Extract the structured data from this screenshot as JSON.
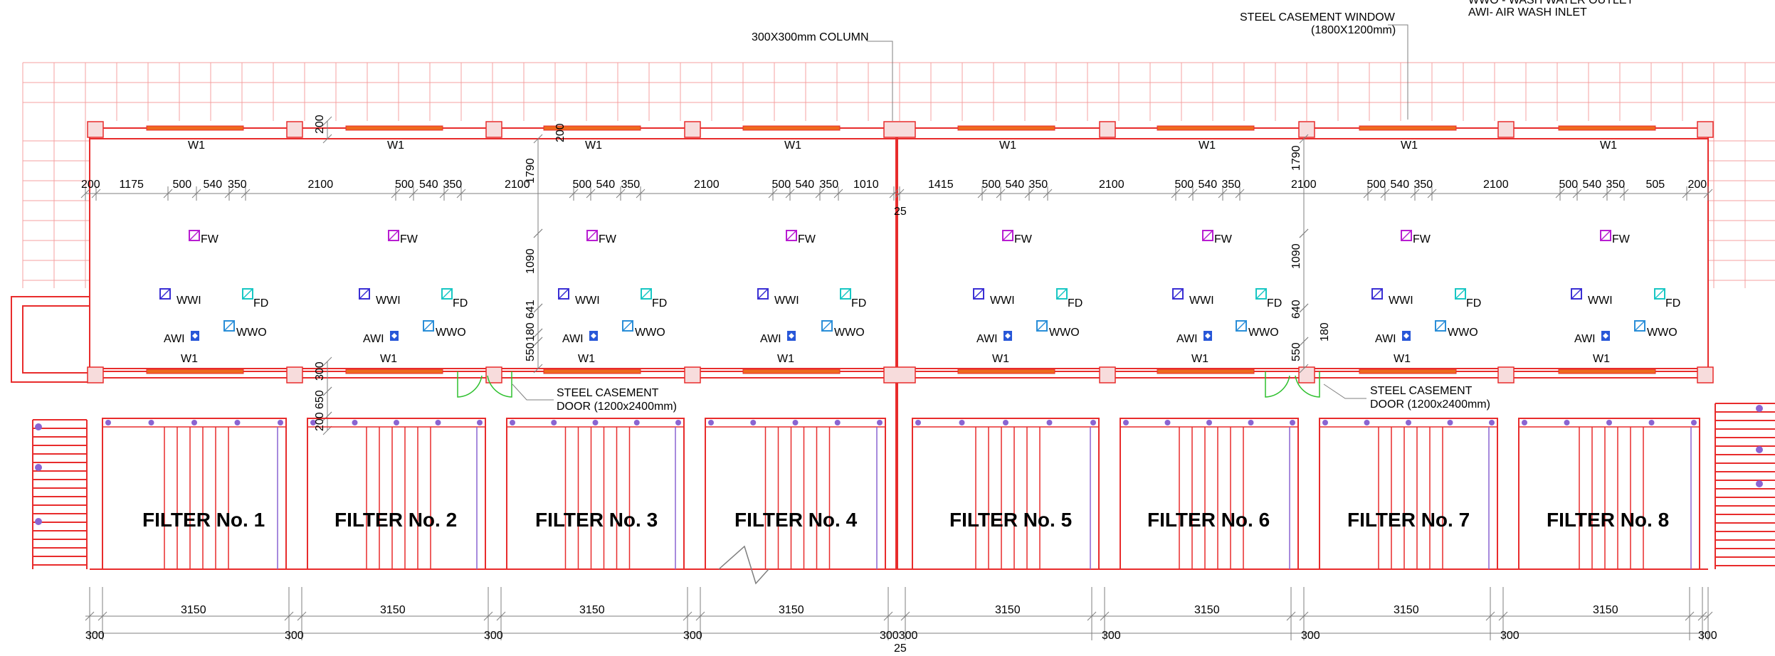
{
  "legend": {
    "line1": "WWO - WASH WATER OUTLET",
    "line2": "AWI- AIR WASH INLET"
  },
  "callouts": {
    "column": "300X300mm COLUMN",
    "window_line1": "STEEL CASEMENT WINDOW",
    "window_line2": "(1800X1200mm)",
    "door_line1": "STEEL CASEMENT",
    "door_line2": "DOOR (1200x2400mm)"
  },
  "window_tag": "W1",
  "fixtures": {
    "fw": "FW",
    "wwi": "WWI",
    "fd": "FD",
    "awi": "AWI",
    "wwo": "WWO"
  },
  "filters": [
    "FILTER No. 1",
    "FILTER No. 2",
    "FILTER No. 3",
    "FILTER No. 4",
    "FILTER No. 5",
    "FILTER No. 6",
    "FILTER No. 7",
    "FILTER No. 8"
  ],
  "dimensions": {
    "chain_left": [
      "200",
      "1175",
      "500",
      "540",
      "350",
      "2100",
      "500",
      "540",
      "350",
      "2100",
      "500",
      "540",
      "350",
      "2100",
      "500",
      "540",
      "350",
      "1010"
    ],
    "chain_right": [
      "1415",
      "500",
      "540",
      "350",
      "2100",
      "500",
      "540",
      "350",
      "2100",
      "500",
      "540",
      "350",
      "2100",
      "500",
      "540",
      "350",
      "505",
      "200"
    ],
    "center_gap": "25",
    "vertical_top": "1790",
    "vertical_mid": "1090",
    "vertical_641": "641",
    "vertical_640": "640",
    "vertical_180": "180",
    "vertical_550": "550",
    "vertical_200": "200",
    "vertical_300": "300",
    "vertical_650": "650",
    "bay_width": "3150",
    "column_width": "300",
    "bottom_center": "300300",
    "bottom_gap": "25"
  },
  "colors": {
    "wall": "#e82c2c",
    "grid": "#f4a0a0",
    "window": "#ee6a1e",
    "dimension": "#7f7f7f",
    "fw": "#b81dd1",
    "wwi": "#3a2fd4",
    "fd": "#18c7c4",
    "awi": "#2857d8",
    "wwo": "#2a8ed8",
    "pipe": "#8a64d2",
    "door": "#2ec02e"
  }
}
